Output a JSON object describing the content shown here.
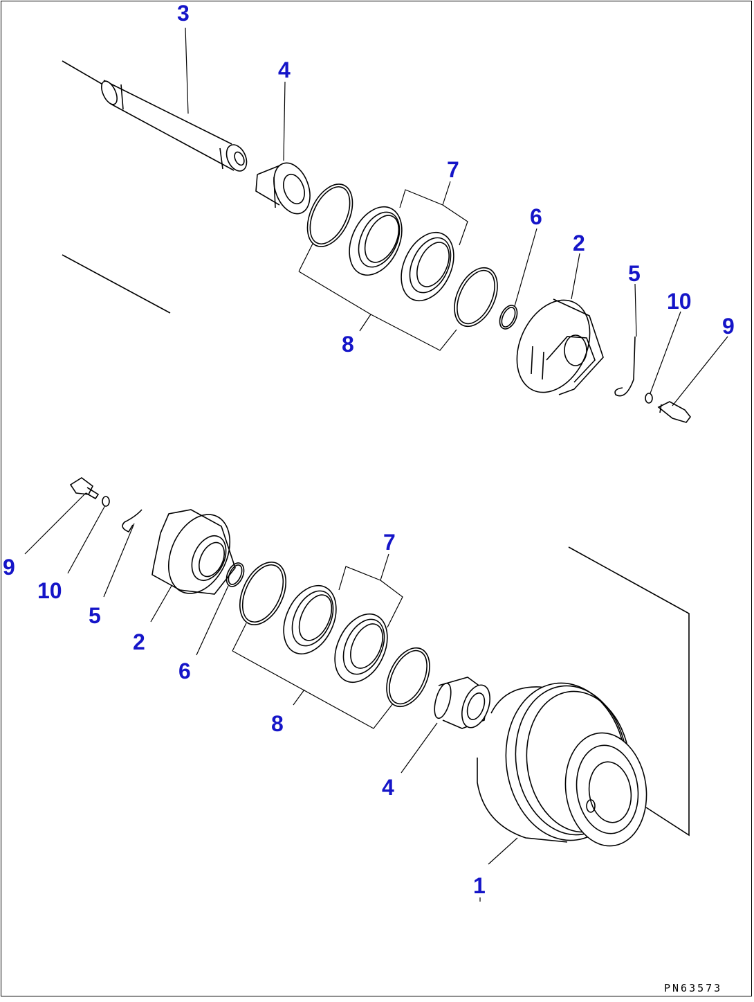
{
  "diagram": {
    "drawing_code": "PN63573",
    "callouts": [
      {
        "id": "c-3-top",
        "text": "3"
      },
      {
        "id": "c-4-top",
        "text": "4"
      },
      {
        "id": "c-7-top",
        "text": "7"
      },
      {
        "id": "c-6-top",
        "text": "6"
      },
      {
        "id": "c-2-top",
        "text": "2"
      },
      {
        "id": "c-5-top",
        "text": "5"
      },
      {
        "id": "c-10-top",
        "text": "10"
      },
      {
        "id": "c-9-top",
        "text": "9"
      },
      {
        "id": "c-8-top",
        "text": "8"
      },
      {
        "id": "c-9-bot",
        "text": "9"
      },
      {
        "id": "c-10-bot",
        "text": "10"
      },
      {
        "id": "c-5-bot",
        "text": "5"
      },
      {
        "id": "c-2-bot",
        "text": "2"
      },
      {
        "id": "c-6-bot",
        "text": "6"
      },
      {
        "id": "c-7-bot",
        "text": "7"
      },
      {
        "id": "c-8-bot",
        "text": "8"
      },
      {
        "id": "c-4-bot",
        "text": "4"
      },
      {
        "id": "c-1-bot",
        "text": "1"
      }
    ]
  }
}
